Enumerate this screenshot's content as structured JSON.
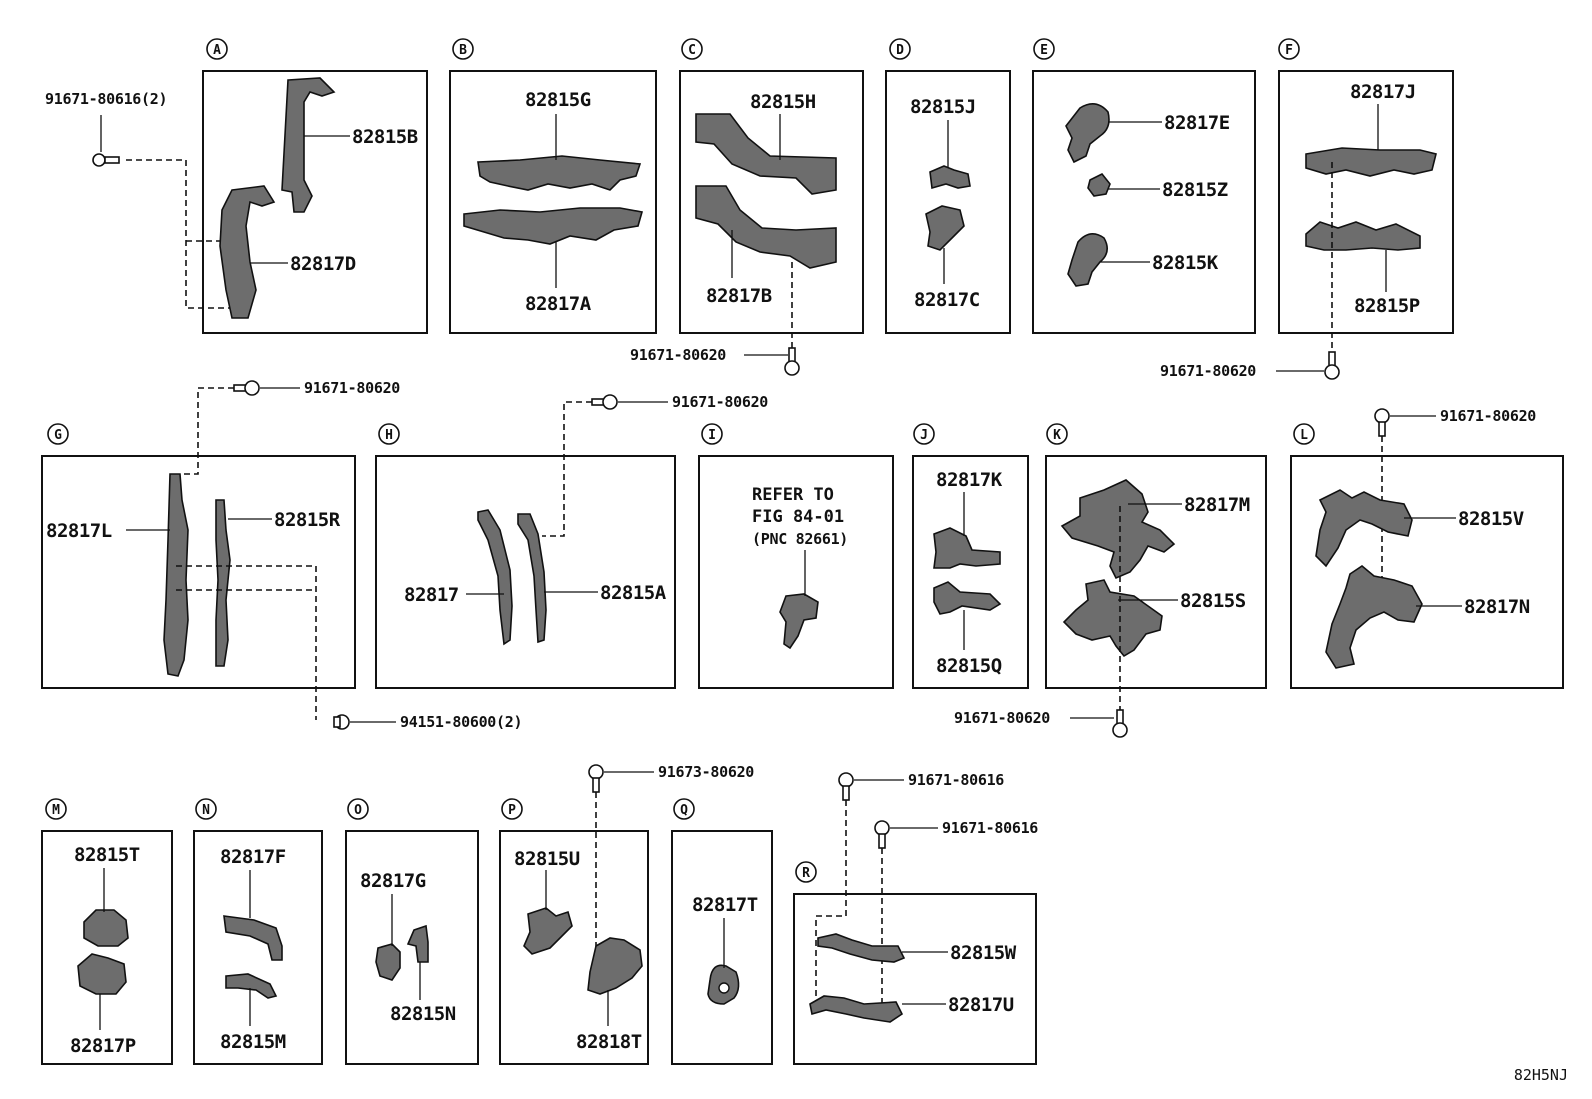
{
  "sections": [
    {
      "id": "A",
      "parts": [
        "82815B",
        "82817D"
      ],
      "fasteners": [
        "91671-80616(2)"
      ]
    },
    {
      "id": "B",
      "parts": [
        "82815G",
        "82817A"
      ]
    },
    {
      "id": "C",
      "parts": [
        "82815H",
        "82817B"
      ],
      "fasteners": [
        "91671-80620"
      ]
    },
    {
      "id": "D",
      "parts": [
        "82815J",
        "82817C"
      ]
    },
    {
      "id": "E",
      "parts": [
        "82817E",
        "82815Z",
        "82815K"
      ]
    },
    {
      "id": "F",
      "parts": [
        "82817J",
        "82815P"
      ],
      "fasteners": [
        "91671-80620"
      ]
    },
    {
      "id": "G",
      "parts": [
        "82817L",
        "82815R"
      ],
      "fasteners": [
        "91671-80620",
        "94151-80600(2)"
      ]
    },
    {
      "id": "H",
      "parts": [
        "82817",
        "82815A"
      ],
      "fasteners": [
        "91671-80620"
      ]
    },
    {
      "id": "I",
      "note": [
        "REFER TO",
        "FIG 84-01",
        "(PNC 82661)"
      ]
    },
    {
      "id": "J",
      "parts": [
        "82817K",
        "82815Q"
      ]
    },
    {
      "id": "K",
      "parts": [
        "82817M",
        "82815S"
      ],
      "fasteners": [
        "91671-80620"
      ]
    },
    {
      "id": "L",
      "parts": [
        "82815V",
        "82817N"
      ],
      "fasteners": [
        "91671-80620"
      ]
    },
    {
      "id": "M",
      "parts": [
        "82815T",
        "82817P"
      ]
    },
    {
      "id": "N",
      "parts": [
        "82817F",
        "82815M"
      ]
    },
    {
      "id": "O",
      "parts": [
        "82817G",
        "82815N"
      ]
    },
    {
      "id": "P",
      "parts": [
        "82815U",
        "82818T"
      ],
      "fasteners": [
        "91673-80620"
      ]
    },
    {
      "id": "Q",
      "parts": [
        "82817T"
      ]
    },
    {
      "id": "R",
      "parts": [
        "82815W",
        "82817U"
      ],
      "fasteners": [
        "91671-80616",
        "91671-80616"
      ]
    }
  ],
  "diagram_code": "82H5NJ"
}
